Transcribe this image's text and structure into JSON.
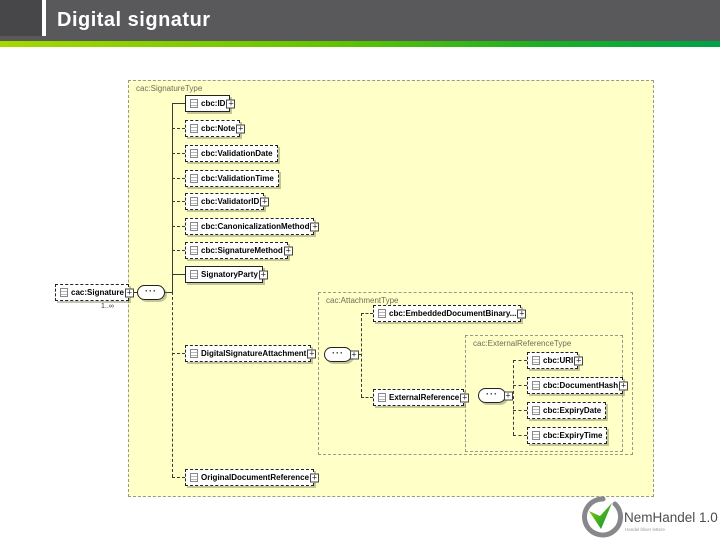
{
  "header": {
    "title": "Digital signatur"
  },
  "icons": {
    "expand_glyph": "+",
    "sequence_dots": "···"
  },
  "diagram": {
    "root_type_label": "cac:SignatureType",
    "root_element": {
      "label": "cac:Signature",
      "cardinality": "1..∞"
    },
    "signature_children": [
      {
        "label": "cbc:ID"
      },
      {
        "label": "cbc:Note"
      },
      {
        "label": "cbc:ValidationDate"
      },
      {
        "label": "cbc:ValidationTime"
      },
      {
        "label": "cbc:ValidatorID"
      },
      {
        "label": "cbc:CanonicalizationMethod"
      },
      {
        "label": "cbc:SignatureMethod"
      },
      {
        "label": "SignatoryParty"
      },
      {
        "label": "DigitalSignatureAttachment"
      },
      {
        "label": "OriginalDocumentReference"
      }
    ],
    "attachment": {
      "type_label": "cac:AttachmentType",
      "children": [
        {
          "label": "cbc:EmbeddedDocumentBinary..."
        },
        {
          "label": "ExternalReference"
        }
      ]
    },
    "external_reference": {
      "type_label": "cac:ExternalReferenceType",
      "children": [
        {
          "label": "cbc:URI"
        },
        {
          "label": "cbc:DocumentHash"
        },
        {
          "label": "cbc:ExpiryDate"
        },
        {
          "label": "cbc:ExpiryTime"
        }
      ]
    }
  },
  "footer": {
    "brand": "NemHandel 1.0",
    "tagline": "Handel bliver lettere"
  },
  "colors": {
    "header_bg": "#59595b",
    "diagram_bg": "#ffffc8",
    "accent_green_start": "#a6d800",
    "accent_green_end": "#00a24a"
  }
}
